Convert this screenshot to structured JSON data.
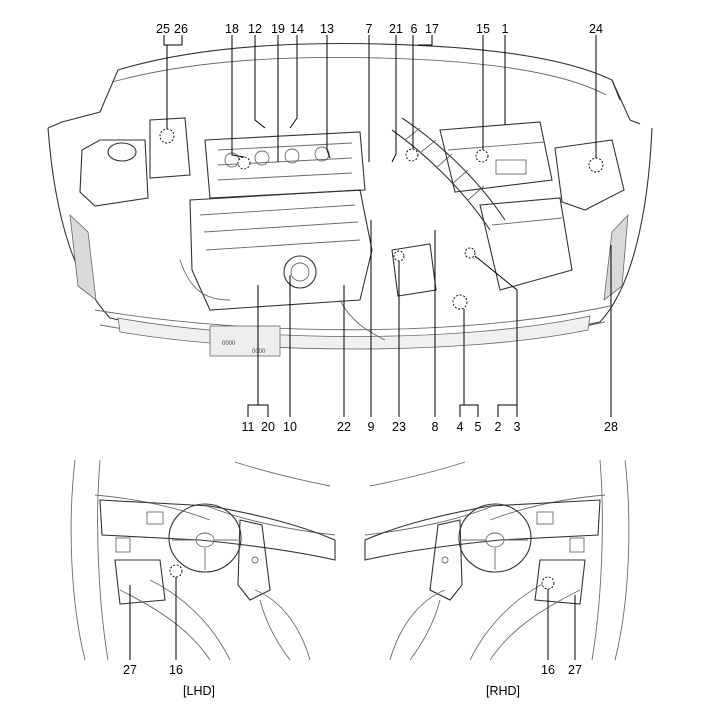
{
  "engine_callouts": {
    "top": [
      "25",
      "26",
      "18",
      "12",
      "19",
      "14",
      "13",
      "7",
      "21",
      "6",
      "17",
      "15",
      "1",
      "24"
    ],
    "bottom": [
      "11",
      "20",
      "10",
      "22",
      "9",
      "23",
      "8",
      "4",
      "5",
      "2",
      "3",
      "28"
    ]
  },
  "lhd": {
    "caption": "[LHD]",
    "callouts": [
      "27",
      "16"
    ]
  },
  "rhd": {
    "caption": "[RHD]",
    "callouts": [
      "16",
      "27"
    ]
  }
}
